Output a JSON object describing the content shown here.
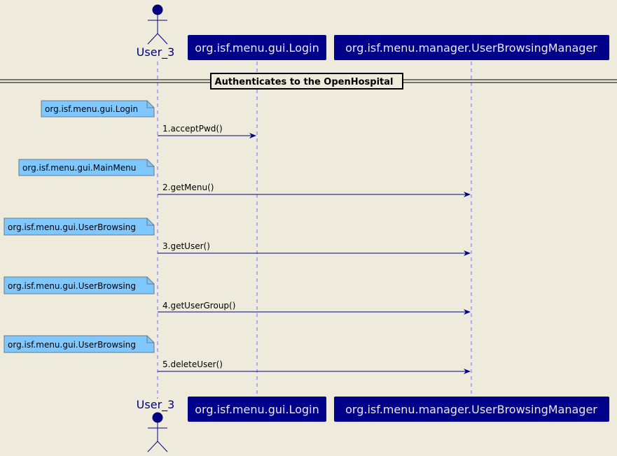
{
  "colors": {
    "background": "#eeebdc",
    "participant_fill": "#00008b",
    "participant_text": "#e8e8f4",
    "actor": "#000080",
    "lifeline": "#6b6bff",
    "arrow": "#000080",
    "note_fill": "#7fc7ff",
    "note_stroke": "#6a7a88"
  },
  "actor": {
    "name": "User_3",
    "icon": "stick-figure-icon"
  },
  "participants": [
    {
      "name": "org.isf.menu.gui.Login"
    },
    {
      "name": "org.isf.menu.manager.UserBrowsingManager"
    }
  ],
  "divider": {
    "label": "Authenticates to the OpenHospital"
  },
  "steps": [
    {
      "note": "org.isf.menu.gui.Login",
      "message": "1.acceptPwd()",
      "target": 0
    },
    {
      "note": "org.isf.menu.gui.MainMenu",
      "message": "2.getMenu()",
      "target": 1
    },
    {
      "note": "org.isf.menu.gui.UserBrowsing",
      "message": "3.getUser()",
      "target": 1
    },
    {
      "note": "org.isf.menu.gui.UserBrowsing",
      "message": "4.getUserGroup()",
      "target": 1
    },
    {
      "note": "org.isf.menu.gui.UserBrowsing",
      "message": "5.deleteUser()",
      "target": 1
    }
  ]
}
